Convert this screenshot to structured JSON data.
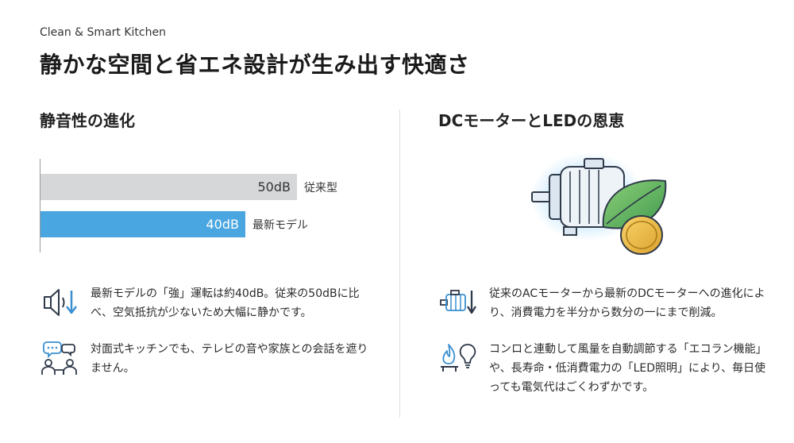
{
  "header": {
    "eyebrow": "Clean & Smart Kitchen",
    "title": "静かな空間と省エネ設計が生み出す快適さ"
  },
  "left": {
    "section_title": "静音性の進化",
    "features": [
      {
        "icon": "speaker-volume-down-icon",
        "text": "最新モデルの「強」運転は約40dB。従来の50dBに比べ、空気抵抗が少ないため大幅に静かです。"
      },
      {
        "icon": "people-conversation-icon",
        "text": "対面式キッチンでも、テレビの音や家族との会話を遮りません。"
      }
    ]
  },
  "right": {
    "section_title": "DCモーターとLEDの恩恵",
    "illustration": "motor-leaf-coin-icon",
    "features": [
      {
        "icon": "motor-power-down-icon",
        "text": "従来のACモーターから最新のDCモーターへの進化により、消費電力を半分から数分の一にまで削減。"
      },
      {
        "icon": "flame-lightbulb-icon",
        "text": "コンロと連動して風量を自動調節する「エコラン機能」や、長寿命・低消費電力の「LED照明」により、毎日使っても電気代はごくわずかです。"
      }
    ]
  },
  "chart_data": {
    "type": "bar",
    "orientation": "horizontal",
    "categories": [
      "従来型",
      "最新モデル"
    ],
    "values": [
      50,
      40
    ],
    "value_labels": [
      "50dB",
      "40dB"
    ],
    "xlim": [
      0,
      62
    ],
    "colors": [
      "#d6d7d9",
      "#4aa6e0"
    ],
    "grid": false
  }
}
